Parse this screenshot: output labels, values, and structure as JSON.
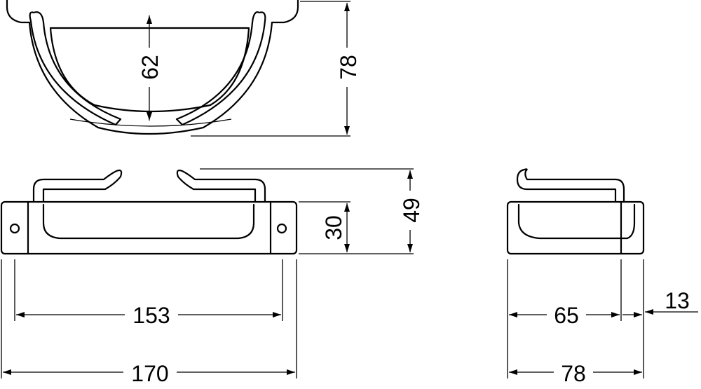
{
  "dimensions": {
    "top_inner_depth": "62",
    "top_overall_depth": "78",
    "front_overall_height": "49",
    "front_base_height": "30",
    "front_hole_spacing": "153",
    "front_overall_width": "170",
    "side_body_width": "65",
    "side_flange_width": "13",
    "side_overall_width": "78"
  },
  "colors": {
    "line": "#000000",
    "background": "#ffffff"
  }
}
